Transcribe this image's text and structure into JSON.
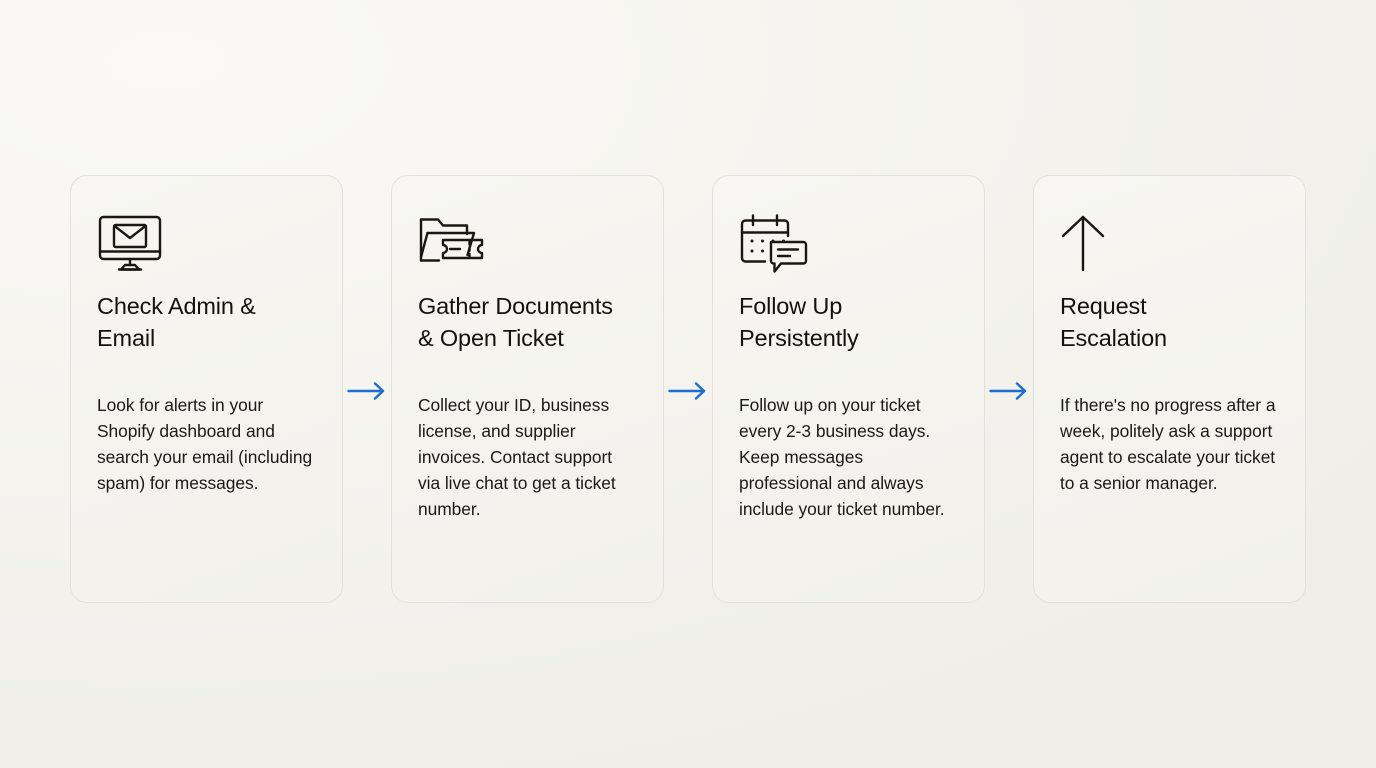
{
  "theme": {
    "background_color": "#F5F4EF",
    "card_background": "#F4F3EE",
    "card_border": "#E2E1DB",
    "title_color": "#14120F",
    "body_color": "#1B1917",
    "arrow_color": "#1C6FD0",
    "icon_color": "#1B1710"
  },
  "flow": {
    "steps": [
      {
        "icon": "monitor-envelope-icon",
        "title": "Check Admin &\nEmail",
        "body": "Look for alerts in your Shopify dashboard and search your email (including spam) for messages."
      },
      {
        "icon": "folder-ticket-icon",
        "title": "Gather Documents\n& Open Ticket",
        "body": "Collect your ID, business license, and supplier invoices. Contact support via live chat to get a ticket number."
      },
      {
        "icon": "calendar-chat-icon",
        "title": "Follow Up\nPersistently",
        "body": "Follow up on your ticket every 2-3 business days. Keep messages professional and always include your ticket number."
      },
      {
        "icon": "arrow-up-icon",
        "title": "Request\nEscalation",
        "body": "If there's no progress after a week, politely ask a support agent to escalate your ticket to a senior manager."
      }
    ],
    "connectors": [
      {
        "icon": "arrow-right-icon"
      },
      {
        "icon": "arrow-right-icon"
      },
      {
        "icon": "arrow-right-icon"
      }
    ]
  }
}
